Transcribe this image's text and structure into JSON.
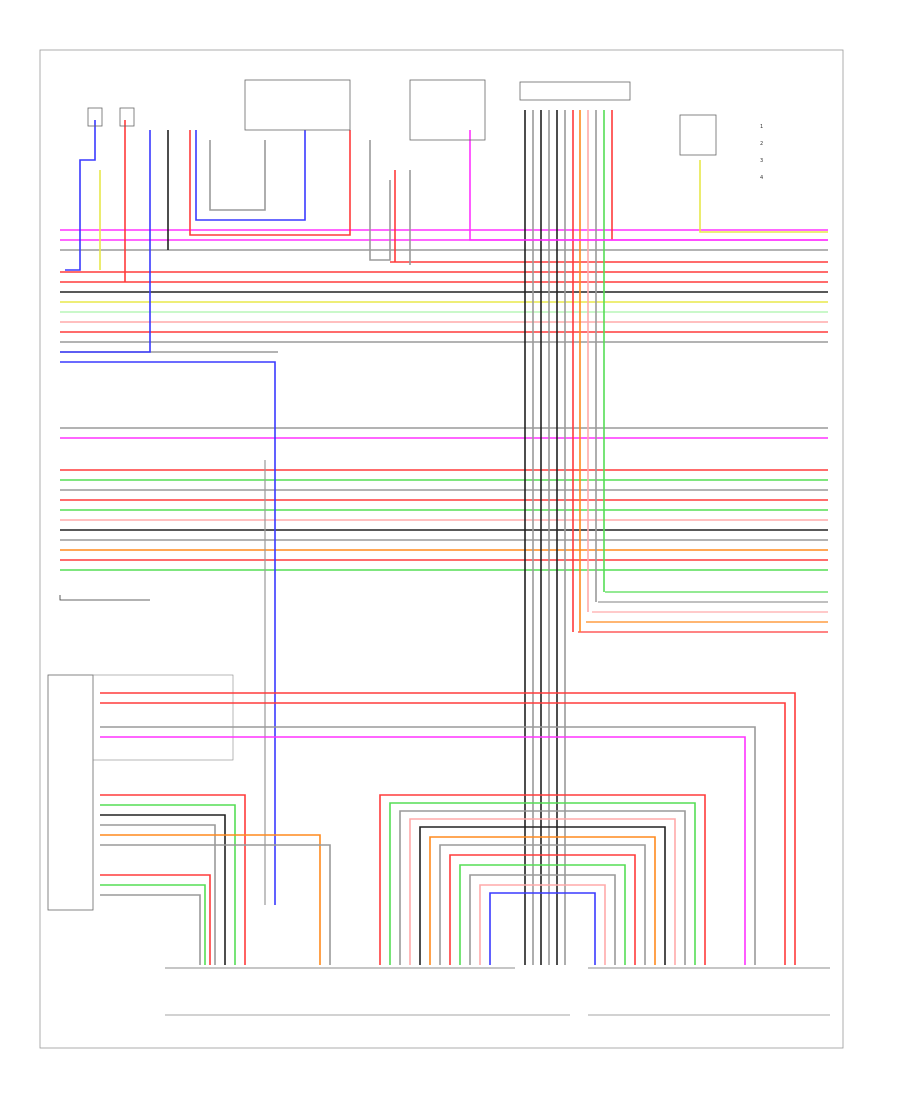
{
  "diagram": {
    "title": "",
    "footer_code": "",
    "legend": {
      "items": [
        {
          "num": "1",
          "label": ""
        },
        {
          "num": "2",
          "label": ""
        },
        {
          "num": "3",
          "label": ""
        },
        {
          "num": "4",
          "label": ""
        }
      ]
    },
    "components": [],
    "wire_colors": {
      "red": "#ff3b3b",
      "blue": "#3a3aff",
      "magenta": "#ff33ff",
      "green": "#55dd55",
      "yellow": "#e8e84a",
      "black": "#222222",
      "gray": "#9a9a9a",
      "orange": "#ff8a1e",
      "pink": "#ffaaaa",
      "light_green": "#b9f5b9"
    }
  }
}
